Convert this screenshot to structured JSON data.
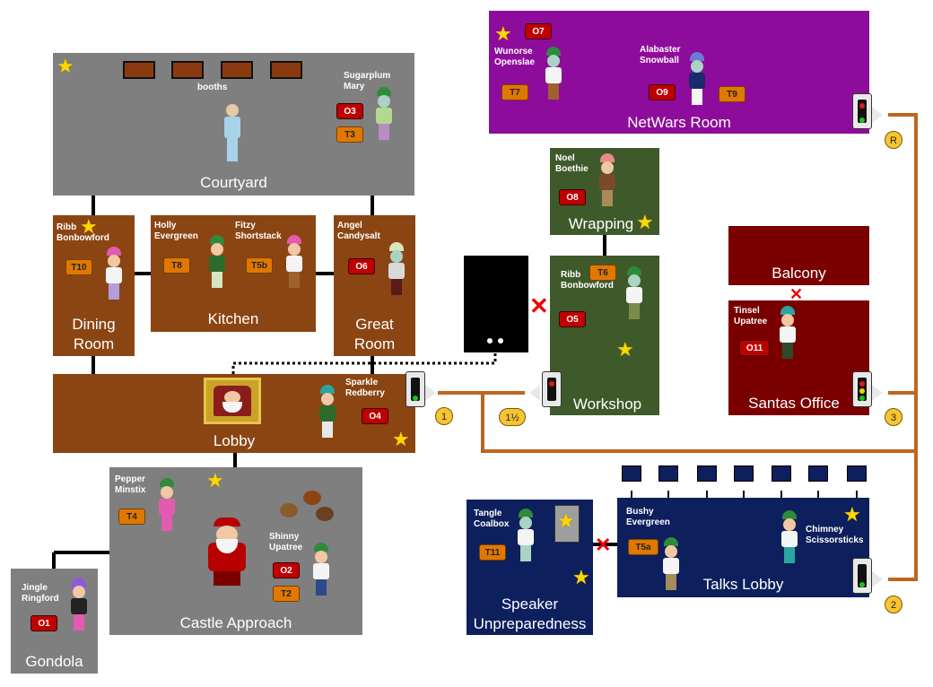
{
  "rooms": {
    "courtyard": "Courtyard",
    "booths": "booths",
    "dining": "Dining\nRoom",
    "kitchen": "Kitchen",
    "great_room": "Great\nRoom",
    "lobby": "Lobby",
    "castle_approach": "Castle Approach",
    "gondola": "Gondola",
    "netwars": "NetWars Room",
    "wrapping": "Wrapping",
    "workshop": "Workshop",
    "balcony": "Balcony",
    "santas_office": "Santas Office",
    "talks_lobby": "Talks Lobby",
    "speaker": "Speaker\nUnpreparedness"
  },
  "npcs": {
    "sugarplum": "Sugarplum\nMary",
    "ribb_dining": "Ribb\nBonbowford",
    "holly": "Holly\nEvergreen",
    "fitzy": "Fitzy\nShortstack",
    "angel": "Angel\nCandysalt",
    "sparkle": "Sparkle\nRedberry",
    "pepper": "Pepper\nMinstix",
    "shinny": "Shinny\nUpatree",
    "jingle": "Jingle\nRingford",
    "wunorse": "Wunorse\nOpenslae",
    "alabaster": "Alabaster\nSnowball",
    "noel": "Noel\nBoethie",
    "ribb_workshop": "Ribb\nBonbowford",
    "tinsel": "Tinsel\nUpatree",
    "tangle": "Tangle\nCoalbox",
    "bushy": "Bushy\nEvergreen",
    "chimney": "Chimney\nScissorsticks"
  },
  "badges": {
    "o1": "O1",
    "o2": "O2",
    "o3": "O3",
    "o4": "O4",
    "o5": "O5",
    "o6": "O6",
    "o7": "O7",
    "o8": "O8",
    "o9": "O9",
    "o11": "O11",
    "t2": "T2",
    "t3": "T3",
    "t4": "T4",
    "t5a": "T5a",
    "t5b": "T5b",
    "t6": "T6",
    "t7": "T7",
    "t8": "T8",
    "t9": "T9",
    "t10": "T10",
    "t11": "T11"
  },
  "markers": {
    "one": "1",
    "one_half": "1½",
    "two": "2",
    "three": "3",
    "r": "R"
  },
  "colors": {
    "route": "#c0651e",
    "objective": "#c00000",
    "terminal": "#e07800",
    "star": "#ffd700"
  },
  "icons": [
    "star-icon",
    "traffic-light-icon",
    "elf-icon",
    "santa-icon",
    "chicken-icon",
    "portrait-icon",
    "blocked-x-icon"
  ]
}
